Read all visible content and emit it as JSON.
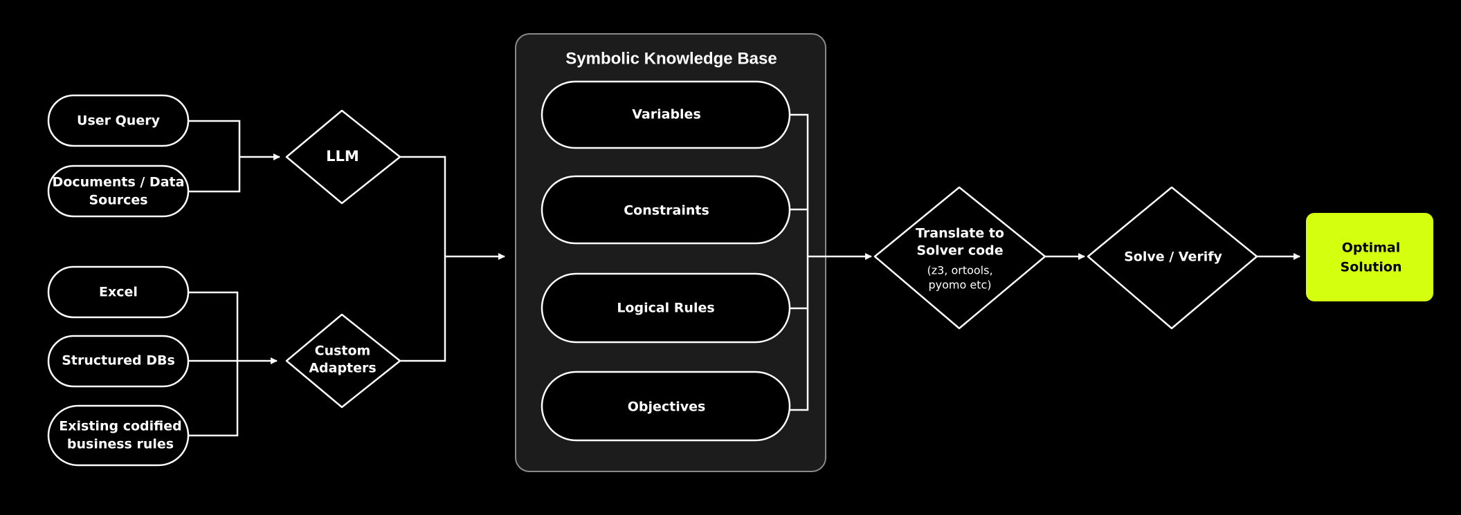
{
  "diagram": {
    "colors": {
      "background": "#000000",
      "stroke": "#ffffff",
      "knowledge_base_fill": "#1c1c1c",
      "knowledge_base_border": "#8a8a8a",
      "output_fill": "#d4ff0f",
      "output_text": "#000000"
    },
    "inputs_top": {
      "user_query": "User Query",
      "documents_line1": "Documents / Data",
      "documents_line2": "Sources"
    },
    "inputs_bottom": {
      "excel": "Excel",
      "structured_dbs": "Structured DBs",
      "rules_line1": "Existing codified",
      "rules_line2": "business rules"
    },
    "llm": "LLM",
    "adapters": {
      "line1": "Custom",
      "line2": "Adapters"
    },
    "knowledge_base": {
      "title": "Symbolic Knowledge Base",
      "items": [
        "Variables",
        "Constraints",
        "Logical Rules",
        "Objectives"
      ]
    },
    "translate": {
      "line1": "Translate to",
      "line2": "Solver code",
      "note_line1": "(z3, ortools,",
      "note_line2": "pyomo etc)"
    },
    "solve": "Solve / Verify",
    "output": {
      "line1": "Optimal",
      "line2": "Solution"
    }
  }
}
